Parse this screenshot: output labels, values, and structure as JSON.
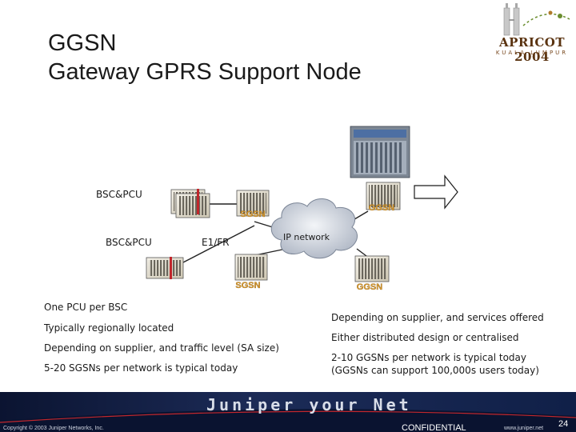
{
  "slide": {
    "title_line1": "GGSN",
    "title_line2": "Gateway GPRS Support Node"
  },
  "logo": {
    "text": "APRICOT 2004",
    "subtitle": "KUALA LUMPUR"
  },
  "diagram": {
    "node_labels": {
      "sgsn_top": "SGSN",
      "ggsn_top": "GGSN",
      "sgsn_bottom": "SGSN",
      "ggsn_bottom": "GGSN"
    },
    "bsc_top": "BSC&PCU",
    "bsc_bottom": "BSC&PCU",
    "link_label": "E1/FR",
    "cloud_label": "IP network"
  },
  "notes_left": [
    "One PCU per BSC",
    "Typically regionally located",
    "Depending on supplier, and traffic level (SA size)",
    "5-20 SGSNs per network is typical today"
  ],
  "notes_right": [
    "Depending on supplier, and services offered",
    "Either distributed design or centralised",
    "2-10 GGSNs per network is typical today",
    "(GGSNs can support 100,000s users today)"
  ],
  "footer": {
    "brand": "Juniper your Net",
    "copyright": "Copyright © 2003 Juniper Networks, Inc.",
    "confidential": "CONFIDENTIAL",
    "url": "www.juniper.net",
    "page_number": "24"
  }
}
